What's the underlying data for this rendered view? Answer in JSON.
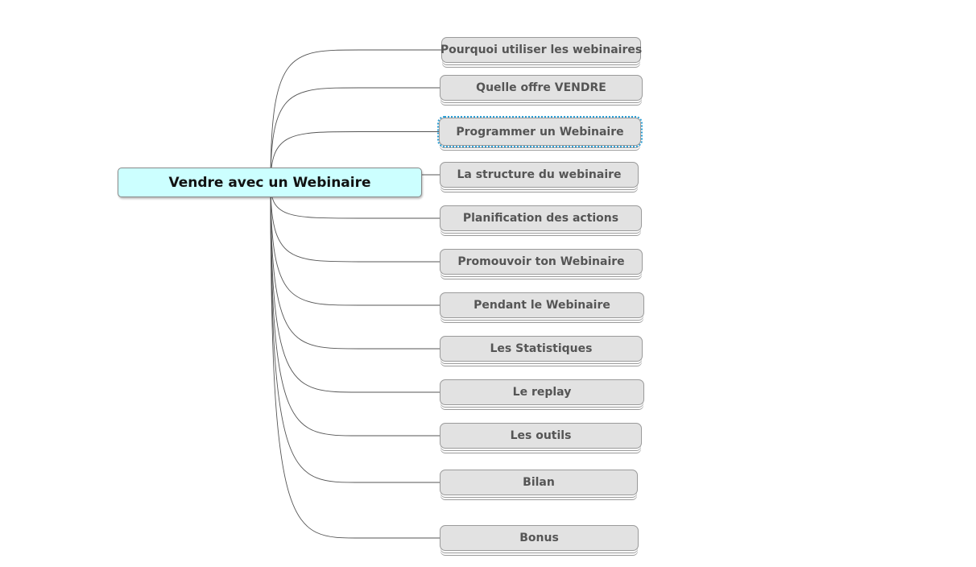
{
  "root": {
    "label": "Vendre avec un Webinaire"
  },
  "branches": [
    {
      "label": "Pourquoi utiliser les webinaires"
    },
    {
      "label": "Quelle offre VENDRE"
    },
    {
      "label": "Programmer un Webinaire",
      "selected": true
    },
    {
      "label": "La structure du webinaire"
    },
    {
      "label": "Planification des actions"
    },
    {
      "label": "Promouvoir ton Webinaire"
    },
    {
      "label": "Pendant le Webinaire"
    },
    {
      "label": "Les Statistiques"
    },
    {
      "label": "Le replay"
    },
    {
      "label": "Les outils"
    },
    {
      "label": "Bilan"
    },
    {
      "label": "Bonus"
    }
  ],
  "colors": {
    "root_fill": "#ccffff",
    "branch_fill": "#e2e2e2",
    "selection": "#2a9fd6",
    "line": "#555555"
  }
}
